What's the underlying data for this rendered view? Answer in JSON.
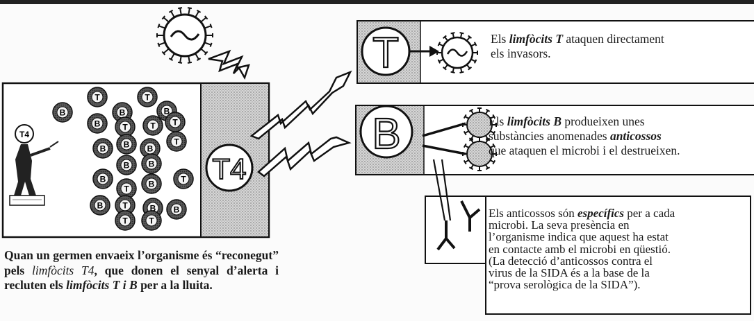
{
  "cells": {
    "field_labels": [
      "B",
      "T",
      "B",
      "T",
      "B",
      "B",
      "T",
      "T",
      "T",
      "B",
      "B",
      "B",
      "T",
      "B",
      "B",
      "B",
      "T",
      "B",
      "T",
      "B",
      "T",
      "B",
      "T",
      "T",
      "B"
    ],
    "signal_label": "T4",
    "teacher_label": "T4"
  },
  "panel_t": {
    "letter": "T",
    "t1": "Els ",
    "t2": "limfòcits T",
    "t3": " ataquen directament",
    "t4": "els invasors."
  },
  "panel_b": {
    "letter": "B",
    "l1a": "Els ",
    "l1b": "limfòcits B",
    "l1c": " produeixen unes",
    "l2a": "substàncies anomenades ",
    "l2b": "anticossos",
    "l3": "que ataquen el microbi i el destrueixen."
  },
  "antibody_box": {
    "l1a": "Els anticossos són ",
    "l1b": "específics",
    "l1c": " per a cada",
    "l2": "microbi. La seva presència en",
    "l3": "l’organisme indica que aquest ha estat",
    "l4": "en contacte amb el microbi en qüestió.",
    "l5": "(La detecció d’anticossos contra el",
    "l6": "virus de la SIDA és a la base de la",
    "l7": "“prova serològica de la SIDA”)."
  },
  "caption": {
    "p1": "Quan un germen envaeix l’organisme és “reconegut” pels ",
    "p2": "limfòcits T4",
    "p3": ", que donen el senyal d’alerta i recluten els ",
    "p4": "limfòcits T i B",
    "p5": " per a la lluita."
  }
}
